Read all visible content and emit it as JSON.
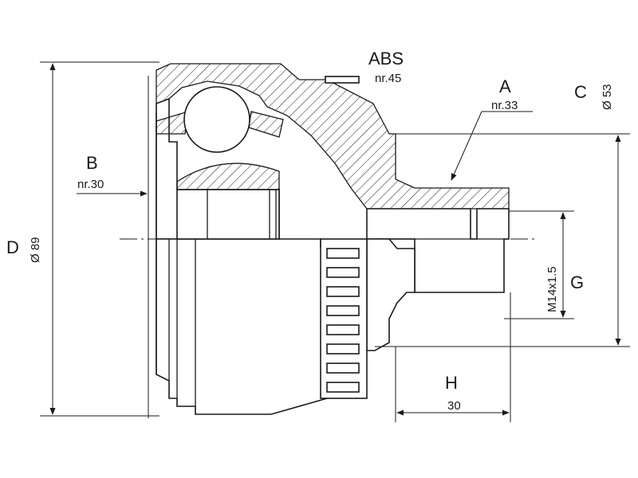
{
  "labels": {
    "abs": {
      "letter": "ABS",
      "nr": "nr.45"
    },
    "a": {
      "letter": "A",
      "nr": "nr.33"
    },
    "b": {
      "letter": "B",
      "nr": "nr.30"
    },
    "c": {
      "letter": "C",
      "dim": "Ø 53"
    },
    "d": {
      "letter": "D",
      "dim": "Ø 89"
    },
    "g": {
      "letter": "G",
      "dim": "M14x1.5"
    },
    "h": {
      "letter": "H",
      "dim": "30"
    }
  }
}
